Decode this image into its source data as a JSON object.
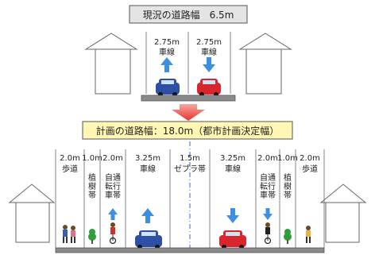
{
  "current": {
    "title": "現況の道路幅　6.5m",
    "lanes": [
      {
        "width": "2.75m",
        "label": "車線",
        "direction": "up",
        "car_color": "#2e4fa6"
      },
      {
        "width": "2.75m",
        "label": "車線",
        "direction": "down",
        "car_color": "#d8262c"
      }
    ]
  },
  "transition_arrow": {
    "color": "#e8322c"
  },
  "plan": {
    "title": "計画の道路幅：18.0m（都市計画決定幅）",
    "title_bg": "#fff7b3",
    "lanes": [
      {
        "width": "2.0m",
        "label": "歩道"
      },
      {
        "width": "1.0m",
        "label": "植樹帯"
      },
      {
        "width": "2.0m",
        "label": "自転車通行帯",
        "direction": "up"
      },
      {
        "width": "3.25m",
        "label": "車線",
        "direction": "up",
        "car_color": "#2e4fa6"
      },
      {
        "width": "1.5m",
        "label": "ゼブラ帯"
      },
      {
        "width": "3.25m",
        "label": "車線",
        "direction": "down",
        "car_color": "#d8262c"
      },
      {
        "width": "2.0m",
        "label": "自転車通行帯",
        "direction": "down"
      },
      {
        "width": "1.0m",
        "label": "植樹帯"
      },
      {
        "width": "2.0m",
        "label": "歩道"
      }
    ]
  },
  "colors": {
    "arrow_blue": "#3d8fe0",
    "road": "#8a8a8a",
    "tree": "#2f9e3a"
  }
}
